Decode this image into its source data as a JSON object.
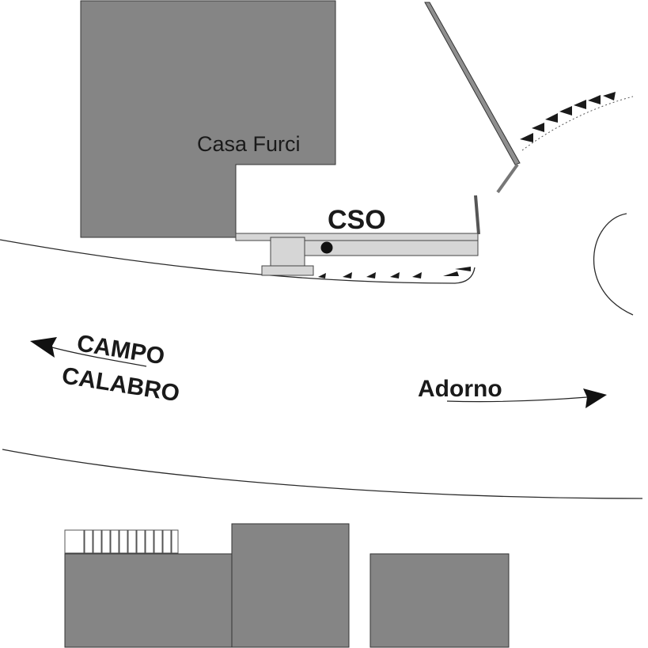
{
  "labels": {
    "building": "Casa Furci",
    "overflow": "CSO",
    "direction_west_line1": "CAMPO",
    "direction_west_line2": "CALABRO",
    "direction_east": "Adorno"
  },
  "colors": {
    "building_fill": "#858585",
    "structure_fill": "#d6d6d6",
    "road_line": "#2a2a2a",
    "background": "#ffffff"
  },
  "icons": {
    "overflow_point": "filled-circle-marker",
    "west_arrow": "arrow-left-icon",
    "east_arrow": "arrow-right-icon"
  }
}
